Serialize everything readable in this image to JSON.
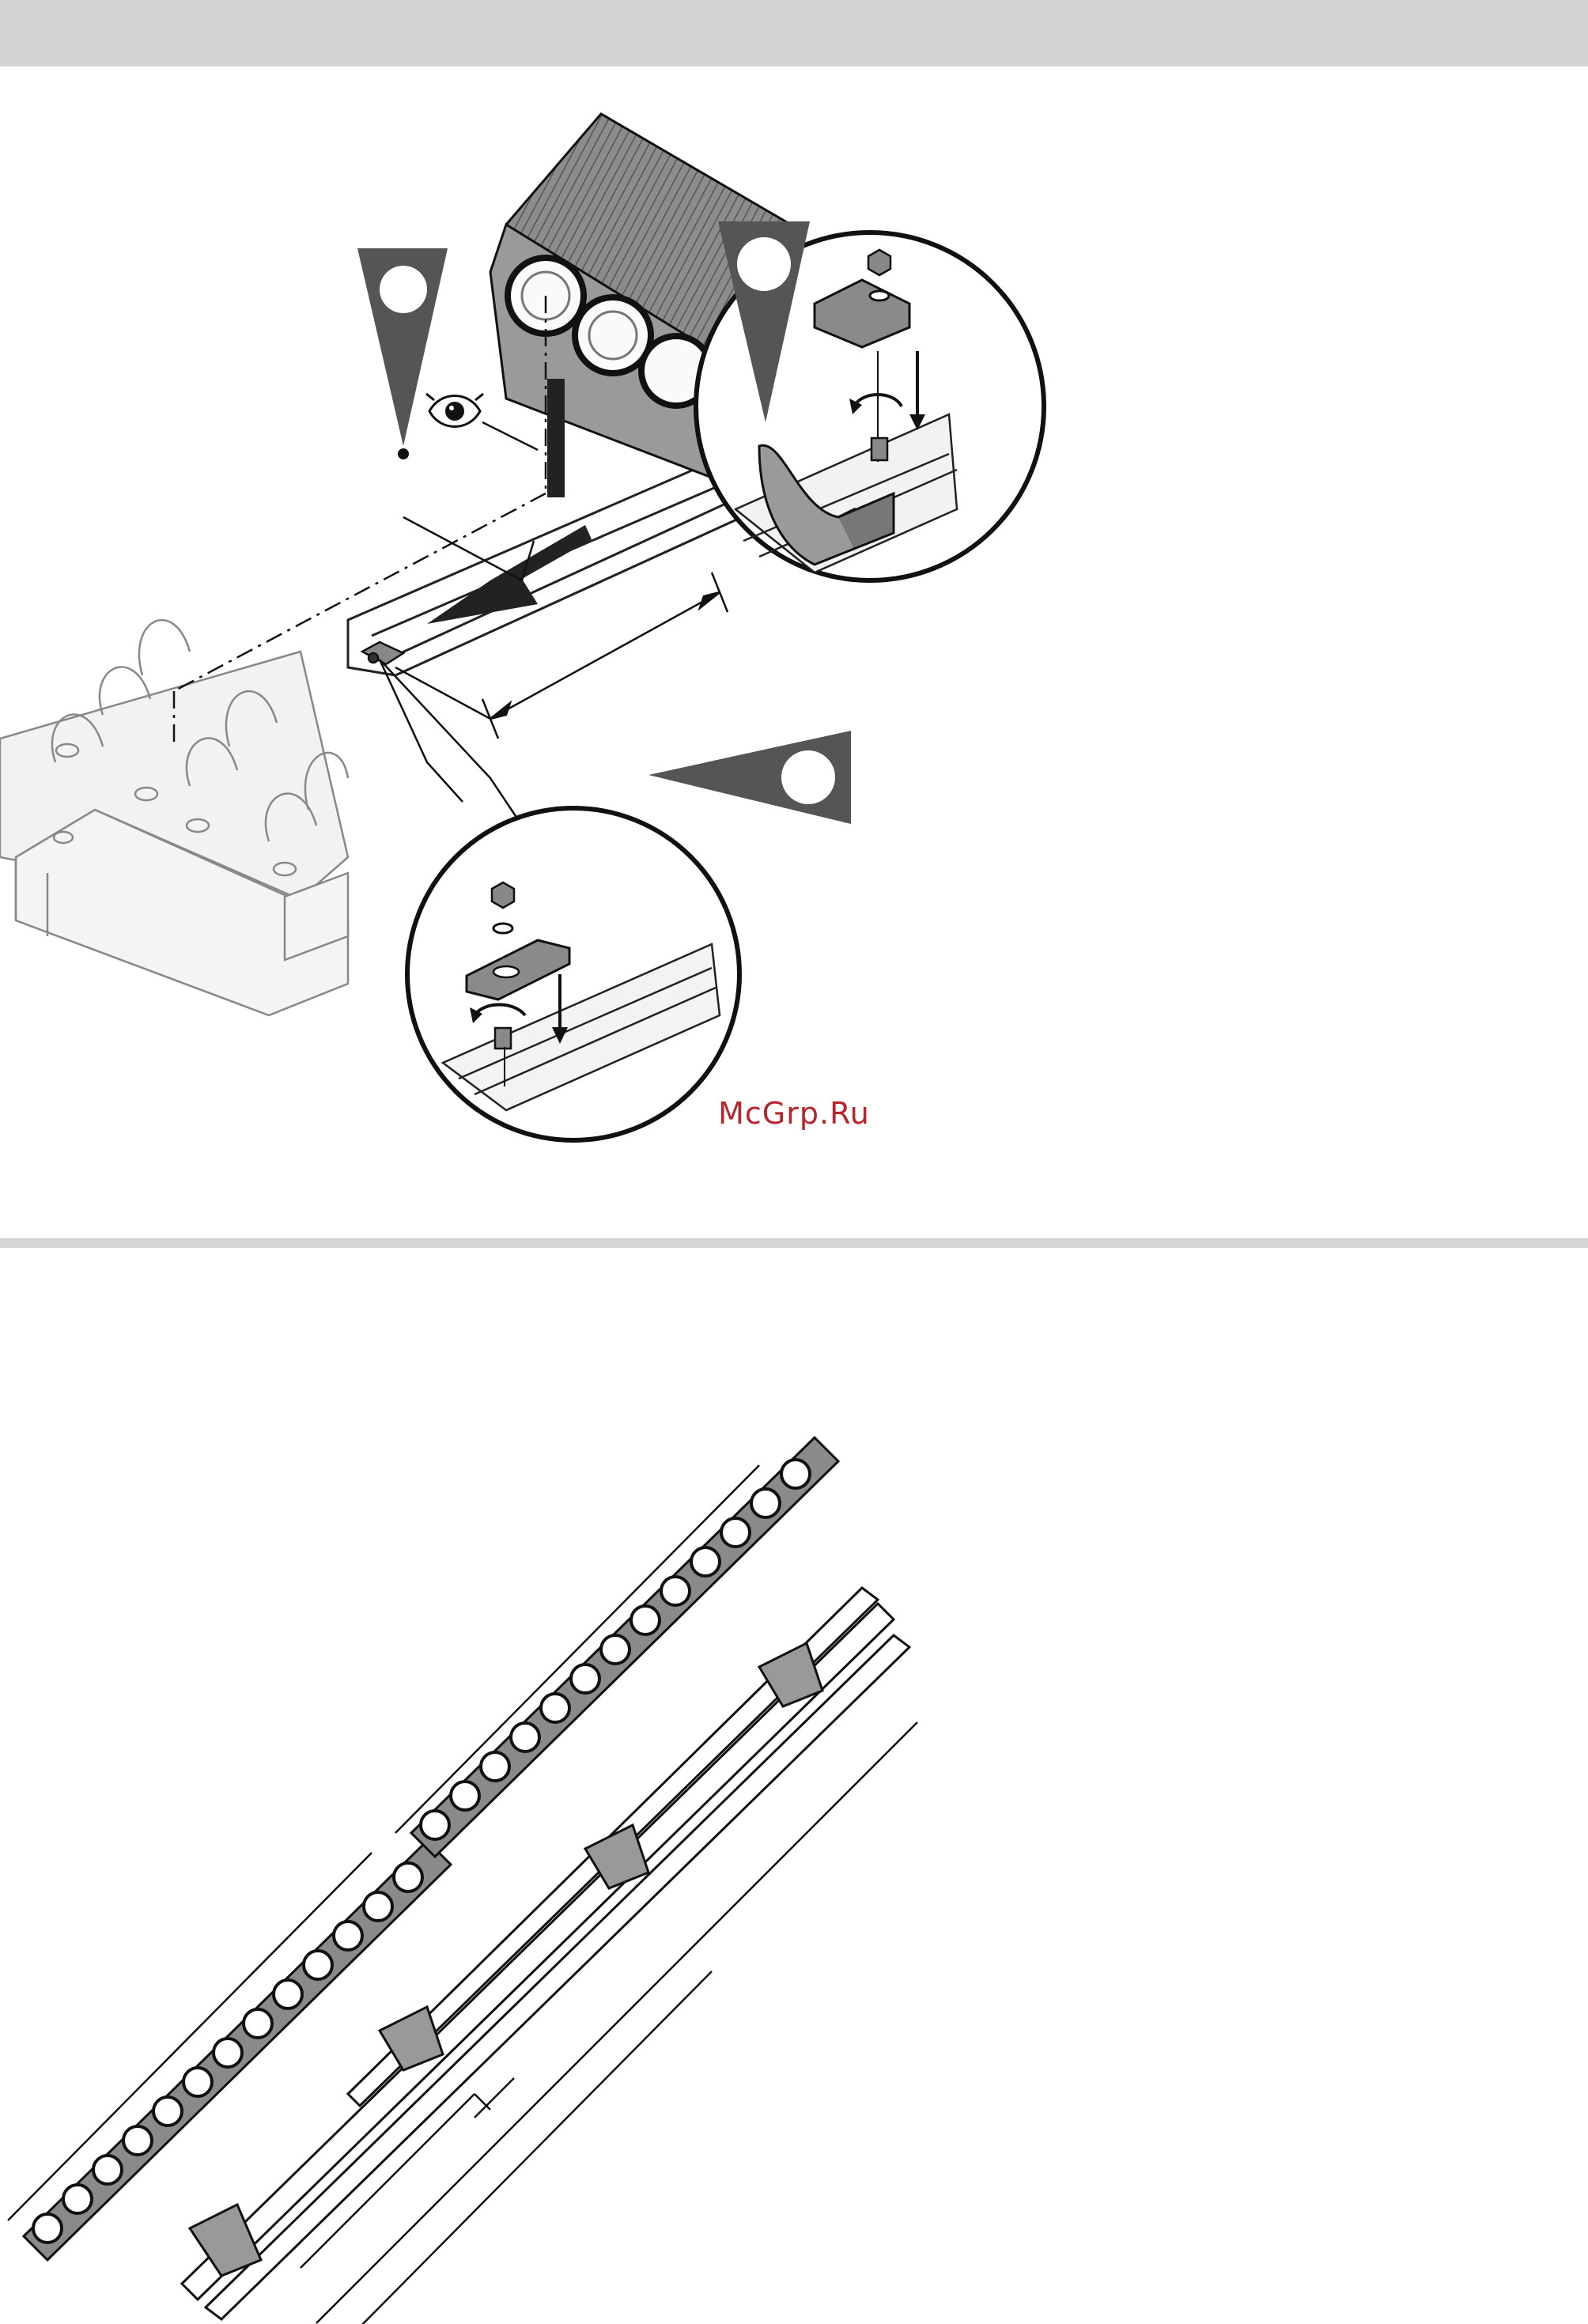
{
  "watermark": {
    "text": "McGrp.Ru",
    "color": "#b5252b"
  },
  "colors": {
    "band": "#d4d4d4",
    "marker": "#555555",
    "collector_body": "#8a8a8a",
    "line": "#111111",
    "light_part": "#e6e6e6"
  },
  "figure_top": {
    "callout_markers": 3,
    "icons": [
      "eye-icon",
      "nut-icon",
      "washer-icon",
      "bolt-icon",
      "rotation-arrow-icon",
      "down-arrow-icon"
    ]
  },
  "figure_bottom": {
    "collector_modules": 2,
    "tubes_per_module": 13,
    "brackets": 4
  }
}
